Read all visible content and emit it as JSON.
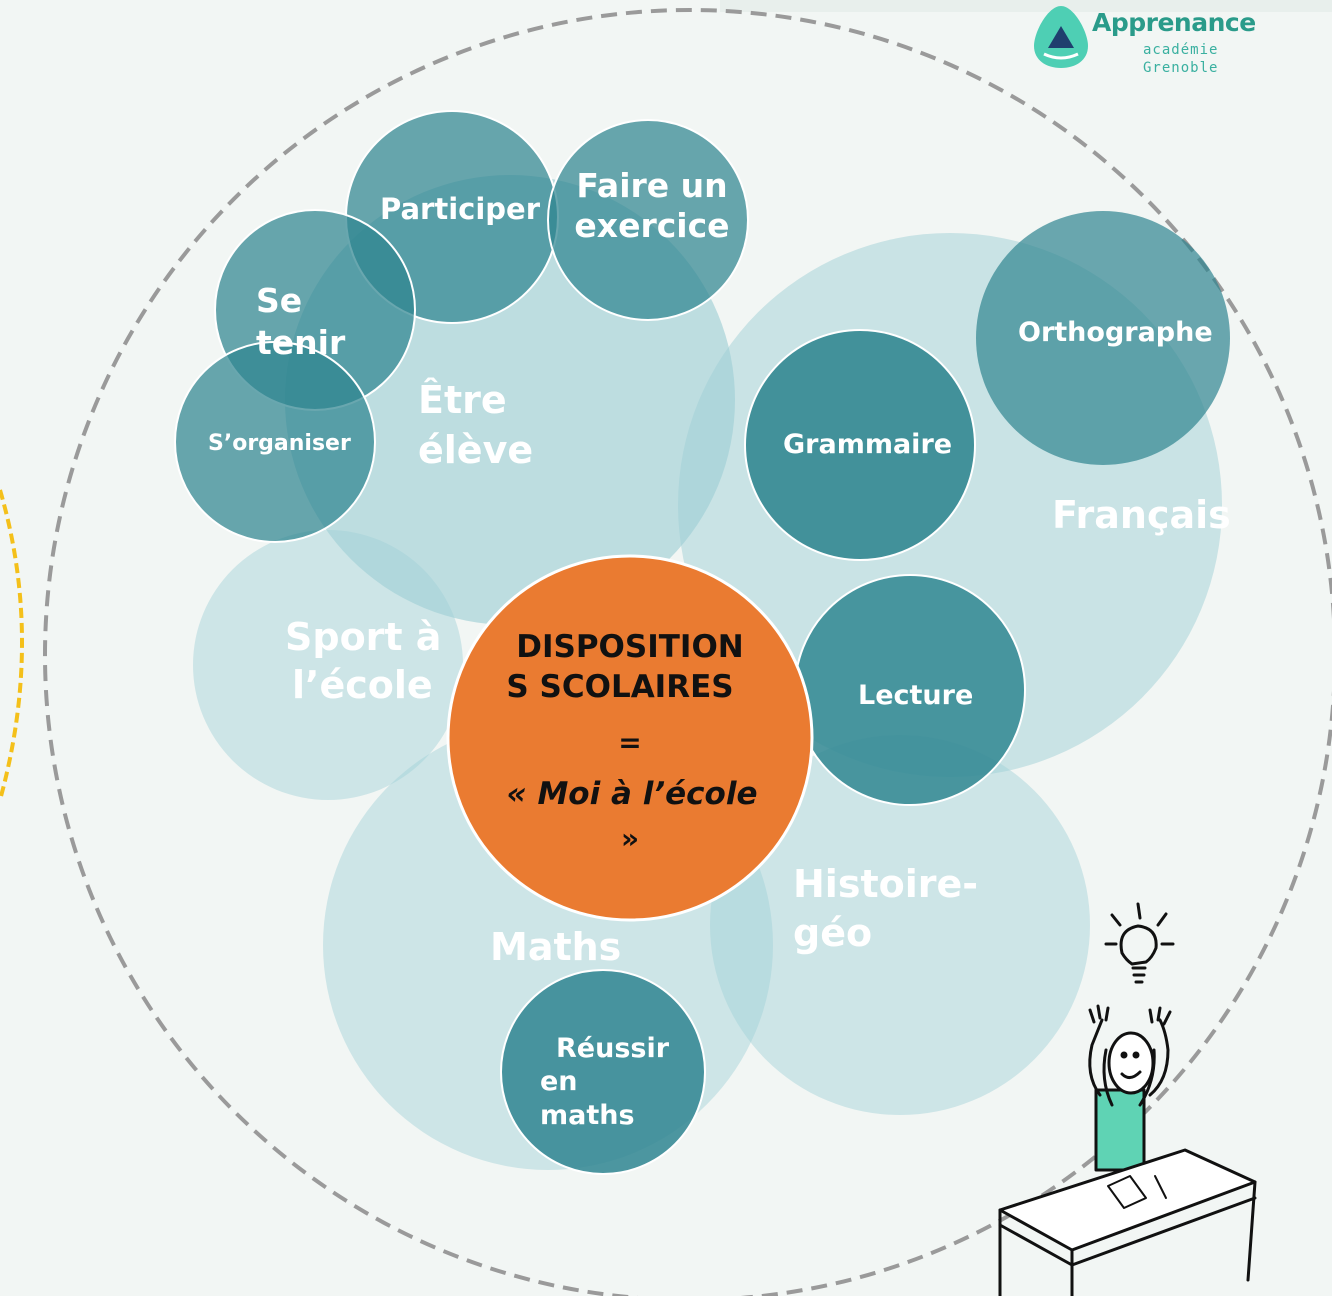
{
  "logo": {
    "name": "Apprenance",
    "line2": "académie",
    "line3": "Grenoble"
  },
  "center": {
    "line1": "DISPOSITION",
    "line2": "S  SCOLAIRES",
    "line3": "=",
    "line4": "« Moi à l’école",
    "line5": "»"
  },
  "domains": {
    "etre_eleve": [
      "Être",
      "élève"
    ],
    "francais": [
      "Français"
    ],
    "sport": [
      "Sport à",
      "l’école"
    ],
    "maths": [
      "Maths"
    ],
    "histoire": [
      "Histoire-",
      "géo"
    ]
  },
  "skills": {
    "participer": [
      "Participer"
    ],
    "exercice": [
      "Faire un",
      "exercice"
    ],
    "se_tenir": [
      "Se",
      "tenir"
    ],
    "organiser": [
      "S’organiser"
    ],
    "orthographe": [
      "Orthographe"
    ],
    "grammaire": [
      "Grammaire"
    ],
    "lecture": [
      "Lecture"
    ],
    "reussir": [
      "Réussir",
      "en",
      "maths"
    ]
  },
  "colors": {
    "background": "#f2f6f4",
    "domain_fill": "#9fd0d6",
    "skill_fill": "#2f8590",
    "center_fill": "#ea7b31",
    "dashed_ring": "#9a9a9a",
    "yellow_arc": "#f4c01a",
    "logo_teal": "#2a9b8a"
  },
  "icons": [
    "student-at-desk-illustration",
    "lightbulb-icon",
    "logo-triangle-icon"
  ]
}
